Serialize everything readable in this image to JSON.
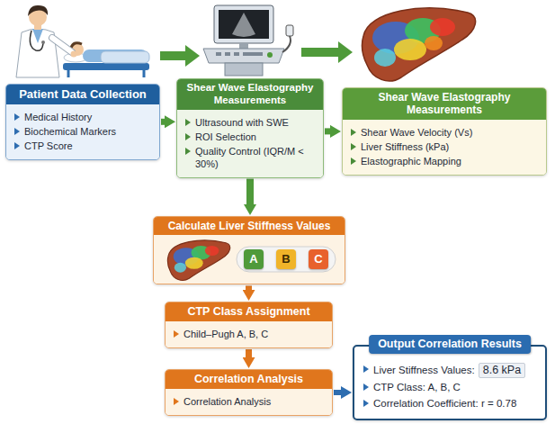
{
  "diagram": {
    "nodes": [
      {
        "text": [
          "Patient Data Collection",
          "Medical History",
          "Biochemical Markers",
          "CTP Score"
        ]
      },
      {
        "text": [
          "Shear Wave Elastography Measurements",
          "Ultrasound with SWE",
          "ROI Selection",
          "Quality Control (IQR/M < 30%)"
        ]
      },
      {
        "text": [
          "Shear Wave Elastography Measurements",
          "Shear Wave Velocity (Vs)",
          "Liver Stiffness (kPa)",
          "Elastographic Mapping"
        ]
      },
      {
        "text": [
          "Calculate Liver Stiffness Values"
        ]
      },
      {
        "text": [
          "CTP Class Assignment",
          "Child–Pugh A, B, C"
        ]
      },
      {
        "text": [
          "Correlation Analysis",
          "Correlation Analysis"
        ]
      },
      {
        "text": [
          "Output Correlation Results",
          "Liver Stiffness Values:",
          "8.6 kPa",
          "CTP Class: A, B, C",
          "Correlation Coefficient: r = 0.78"
        ]
      }
    ],
    "edges": [
      {
        "from": 0,
        "to": 1,
        "arrow": "to"
      },
      {
        "from": 1,
        "to": 2,
        "arrow": "to"
      },
      {
        "from": 1,
        "to": 3,
        "arrow": "to"
      },
      {
        "from": 3,
        "to": 4,
        "arrow": "to"
      },
      {
        "from": 4,
        "to": 5,
        "arrow": "to"
      },
      {
        "from": 5,
        "to": 6,
        "arrow": "to"
      }
    ],
    "labels": [
      "A",
      "B",
      "C"
    ]
  }
}
